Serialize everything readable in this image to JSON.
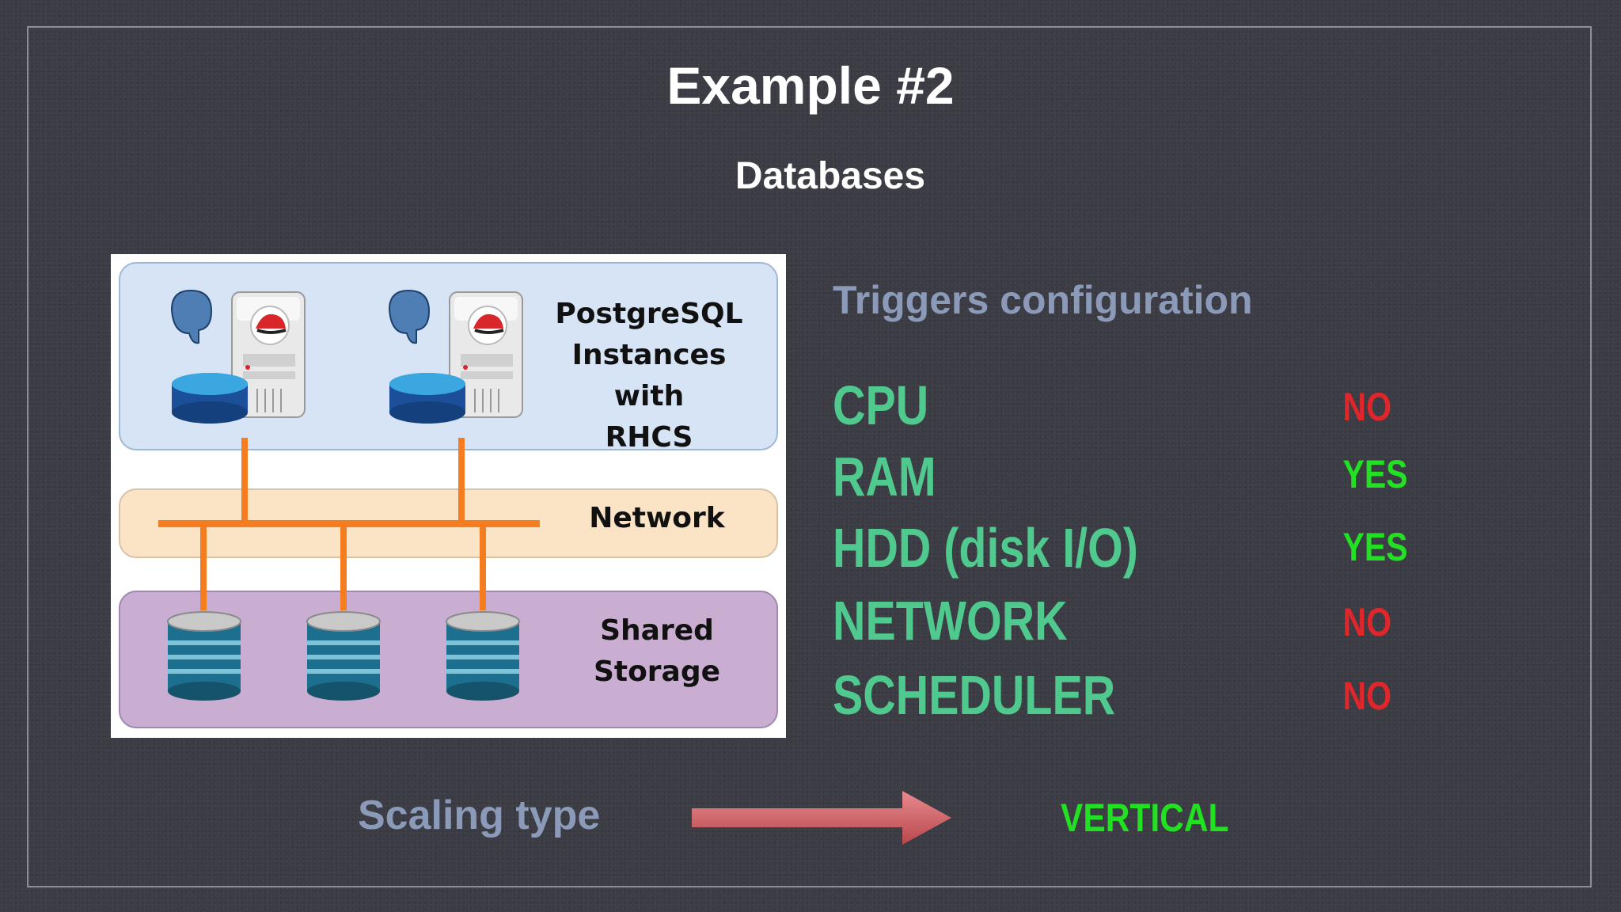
{
  "slide": {
    "title": "Example #2",
    "subtitle": "Databases"
  },
  "diagram": {
    "db_tier_label_lines": [
      "PostgreSQL",
      "Instances with",
      "RHCS"
    ],
    "network_label": "Network",
    "storage_label_lines": [
      "Shared",
      "Storage"
    ],
    "colors": {
      "db_tier": "#d6e4f6",
      "network_tier": "#fbe3c6",
      "storage_tier": "#c9aed2",
      "wires": "#f57c1f"
    }
  },
  "triggers": {
    "heading": "Triggers configuration",
    "items": [
      {
        "name": "CPU",
        "value": "NO"
      },
      {
        "name": "RAM",
        "value": "YES"
      },
      {
        "name": "HDD (disk I/O)",
        "value": "YES"
      },
      {
        "name": "NETWORK",
        "value": "NO"
      },
      {
        "name": "SCHEDULER",
        "value": "NO"
      }
    ],
    "colors": {
      "name": "#4fc98e",
      "yes": "#22e022",
      "no": "#e0262a"
    }
  },
  "scaling": {
    "label": "Scaling type",
    "value": "VERTICAL",
    "arrow_color": "#d9646a"
  }
}
